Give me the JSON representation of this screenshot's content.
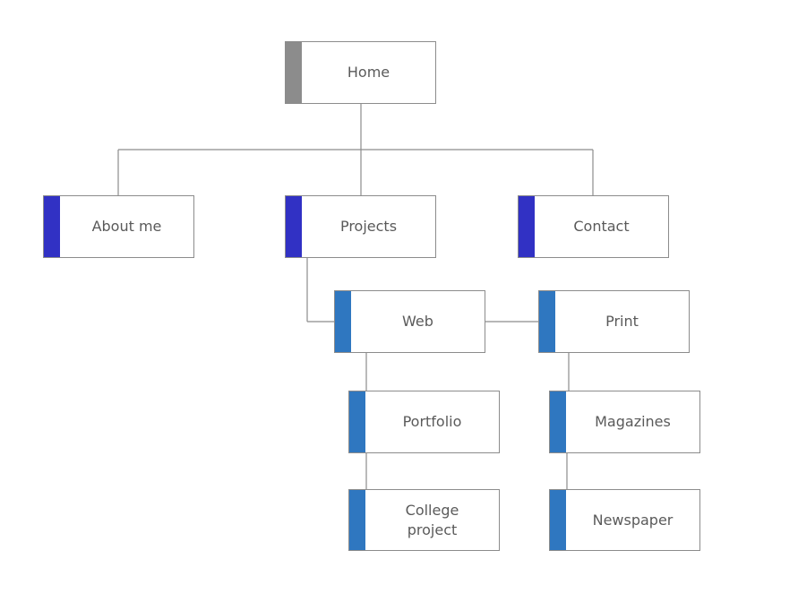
{
  "colors": {
    "root_accent": "#8c8c8c",
    "level1_accent": "#3131c4",
    "level2_accent": "#2f77c0",
    "border": "#8c8c8c",
    "text": "#5a5a5a"
  },
  "nodes": {
    "home": "Home",
    "about_me": "About me",
    "projects": "Projects",
    "contact": "Contact",
    "web": "Web",
    "print": "Print",
    "portfolio": "Portfolio",
    "college_project": "College project",
    "magazines": "Magazines",
    "newspaper": "Newspaper"
  }
}
